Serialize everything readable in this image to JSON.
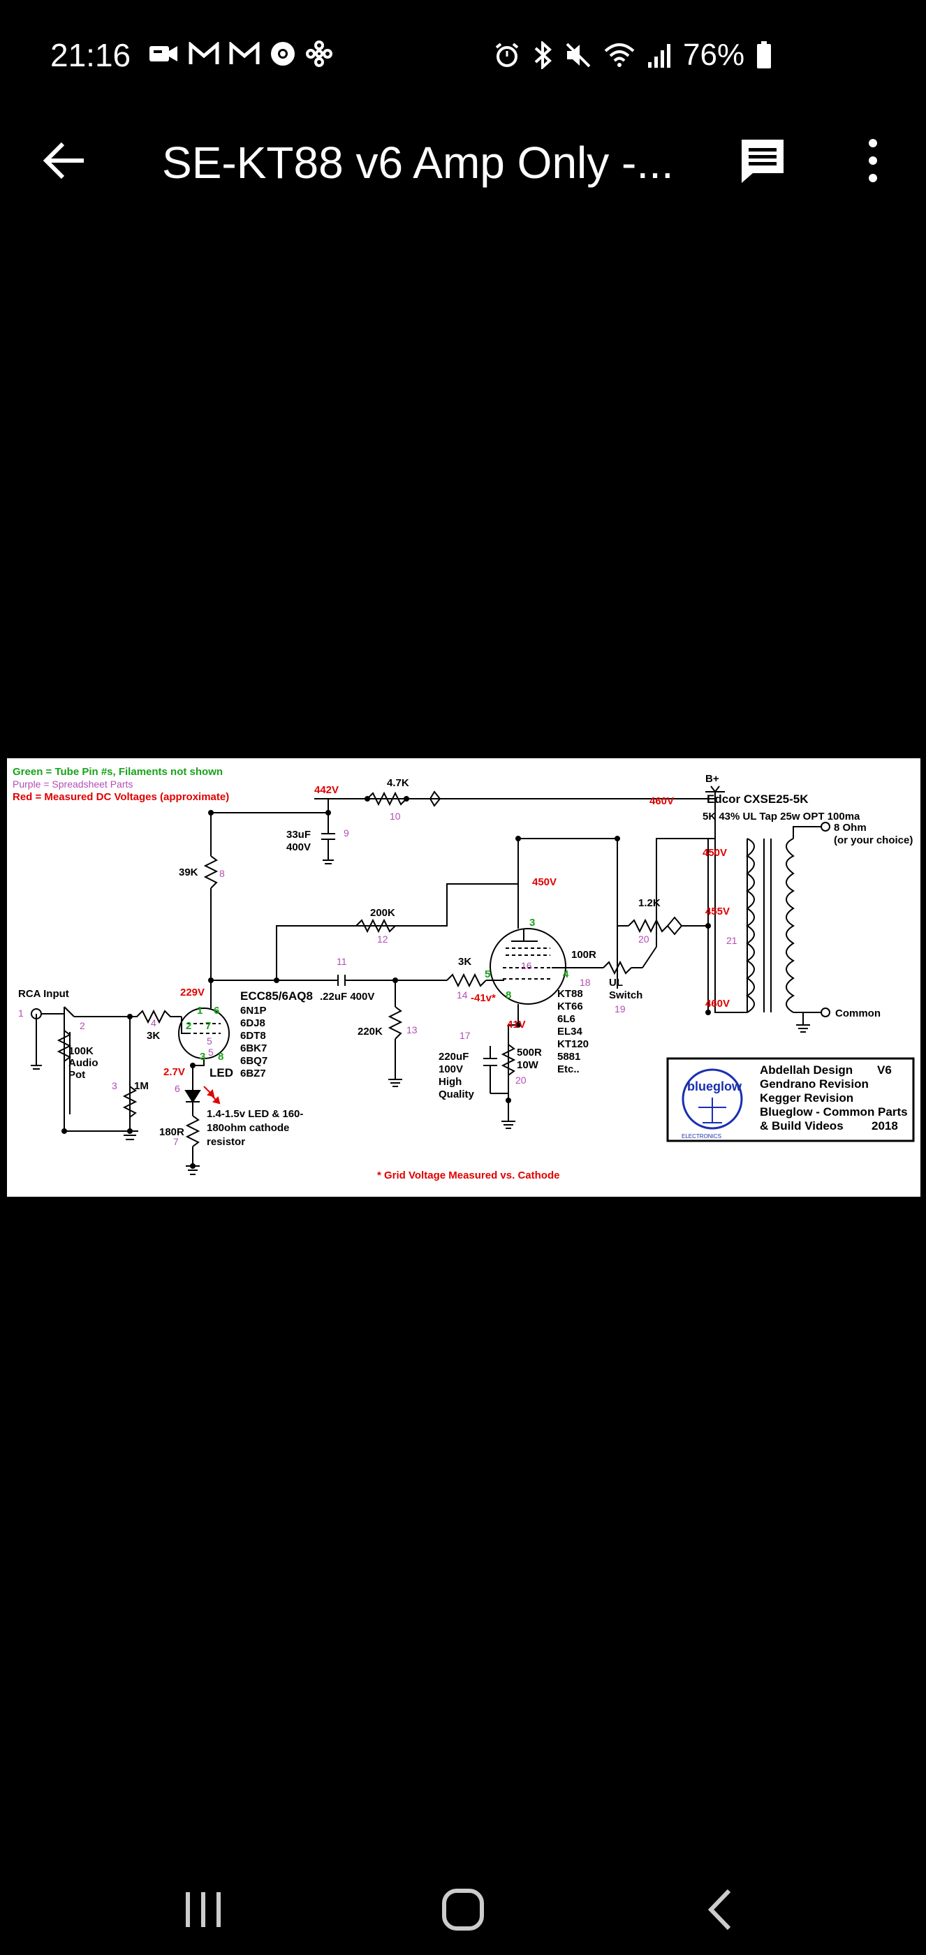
{
  "status_bar": {
    "time": "21:16",
    "battery": "76%"
  },
  "app_bar": {
    "title": "SE-KT88 v6 Amp Only -..."
  },
  "schematic": {
    "legend": {
      "green": "Green = Tube Pin #s, Filaments not shown",
      "purple": "Purple = Spreadsheet Parts",
      "red": "Red = Measured DC Voltages (approximate)"
    },
    "voltages": {
      "v442": "442V",
      "v460_top": "460V",
      "v450_opt": "450V",
      "v455": "455V",
      "v460_opt": "460V",
      "v450_plate": "450V",
      "v229": "229V",
      "v2_7": "2.7V",
      "v41": "41V",
      "v_41": "-41v*"
    },
    "labels": {
      "r47k": "4.7K",
      "bplus": "B+",
      "edcor": "Edcor CXSE25-5K",
      "edcor_spec": "5K 43% UL Tap  25w OPT  100ma",
      "cap33": "33uF",
      "cap33v": "400V",
      "r39k": "39K",
      "r200k": "200K",
      "r12k": "1.2K",
      "ohm8": "8 Ohm",
      "ohm8b": "(or your choice)",
      "common": "Common",
      "rca": "RCA Input",
      "pot1": "100K",
      "pot2": "Audio",
      "pot3": "Pot",
      "r3k_in": "3K",
      "r1m": "1M",
      "tube1": "ECC85/6AQ8",
      "t1a": "6N1P",
      "t1b": "6DJ8",
      "t1c": "6DT8",
      "t1d": "6BK7",
      "t1e": "6BQ7",
      "t1f": "6BZ7",
      "led": "LED",
      "ledtxt1": "1.4-1.5v LED & 160-",
      "ledtxt2": "180ohm cathode",
      "ledtxt3": "resistor",
      "r180": "180R",
      "cap22": ".22uF 400V",
      "r220k": "220K",
      "r3k_grid": "3K",
      "r100": "100R",
      "ul1": "UL",
      "ul2": "Switch",
      "kt1": "KT88",
      "kt2": "KT66",
      "kt3": "6L6",
      "kt4": "EL34",
      "kt5": "KT120",
      "kt6": "5881",
      "kt7": "Etc..",
      "c220a": "220uF",
      "c220b": "100V",
      "c220c": "High",
      "c220d": "Quality",
      "r500a": "500R",
      "r500b": "10W",
      "note": "* Grid Voltage Measured vs. Cathode"
    },
    "parts_numbers": [
      "1",
      "2",
      "3",
      "4",
      "5",
      "6",
      "7",
      "8",
      "9",
      "10",
      "11",
      "12",
      "13",
      "14",
      "16",
      "17",
      "18",
      "19",
      "20",
      "21"
    ],
    "pins": {
      "p1": "1",
      "p6": "6",
      "p2": "2",
      "p7": "7",
      "p5": "5",
      "p3": "3",
      "p8": "8",
      "k3": "3",
      "k5": "5",
      "k4": "4",
      "k8": "8"
    },
    "info_box": {
      "logo": "blueglow",
      "logo_sub": "ELECTRONICS",
      "line1": "Abdellah Design",
      "version": "V6",
      "line2": "Gendrano Revision",
      "line3": "Kegger Revision",
      "line4": "Blueglow - Common Parts",
      "line5": "& Build Videos",
      "year": "2018"
    }
  }
}
